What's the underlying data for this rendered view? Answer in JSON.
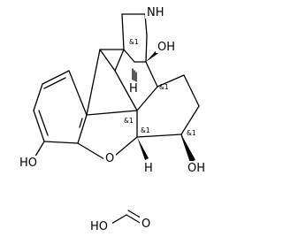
{
  "molecule": {
    "atom_labels": {
      "nh": "NH",
      "oh_top": "OH",
      "h_left": "H",
      "ho_left": "HO",
      "o_ring": "O",
      "h_bottom": "H",
      "oh_right": "OH"
    },
    "stereo_tags": {
      "s1": "&1",
      "s2": "&1",
      "s3": "&1",
      "s4": "&1",
      "s5": "&1"
    }
  },
  "formic_acid": {
    "atom_labels": {
      "ho": "HO",
      "o": "O"
    }
  }
}
